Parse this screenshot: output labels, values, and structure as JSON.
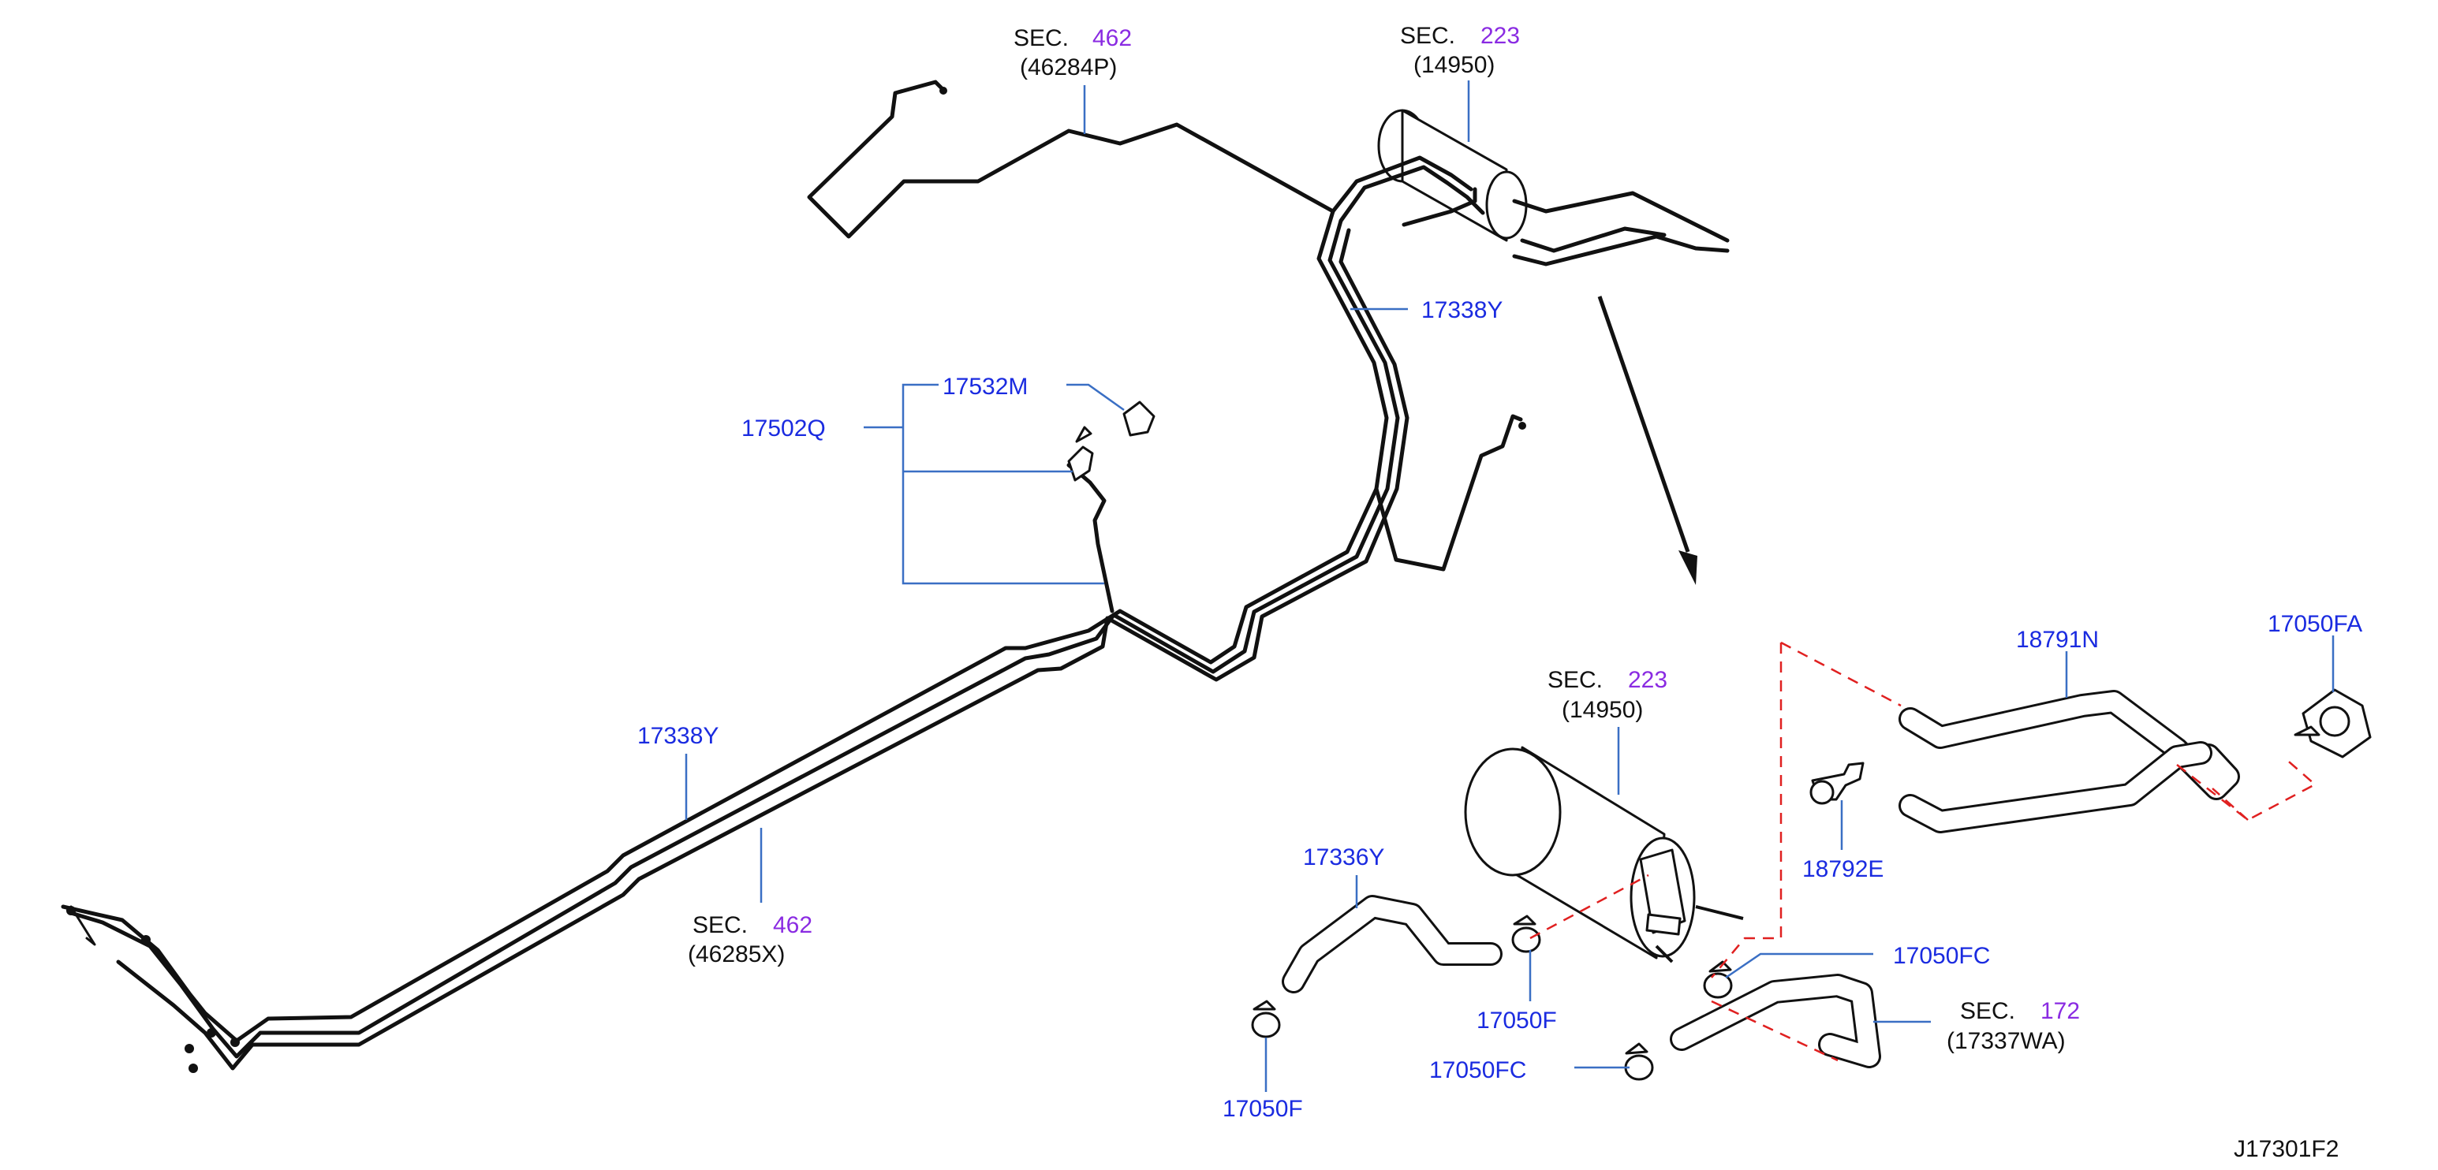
{
  "diagram_code": "J17301F2",
  "colors": {
    "part_number": "#1a2be0",
    "section_number": "#8a2be2",
    "text": "#111111",
    "leader_line": "#3a6fc4",
    "dashed_guide": "#e02020"
  },
  "labels": {
    "sec_462_top": {
      "prefix": "SEC.",
      "num": "462",
      "ref": "(46284P)"
    },
    "sec_223_top": {
      "prefix": "SEC.",
      "num": "223",
      "ref": "(14950)"
    },
    "p17338Y_top": "17338Y",
    "p17532M": "17532M",
    "p17502Q": "17502Q",
    "p17338Y_left": "17338Y",
    "sec_462_bottom": {
      "prefix": "SEC.",
      "num": "462",
      "ref": "(46285X)"
    },
    "sec_223_bottom": {
      "prefix": "SEC.",
      "num": "223",
      "ref": "(14950)"
    },
    "p18791N": "18791N",
    "p17050FA": "17050FA",
    "p18792E": "18792E",
    "p17336Y": "17336Y",
    "p17050FC_right": "17050FC",
    "p17050F_mid": "17050F",
    "sec_172": {
      "prefix": "SEC.",
      "num": "172",
      "ref": "(17337WA)"
    },
    "p17050FC_left": "17050FC",
    "p17050F_bottom": "17050F"
  }
}
